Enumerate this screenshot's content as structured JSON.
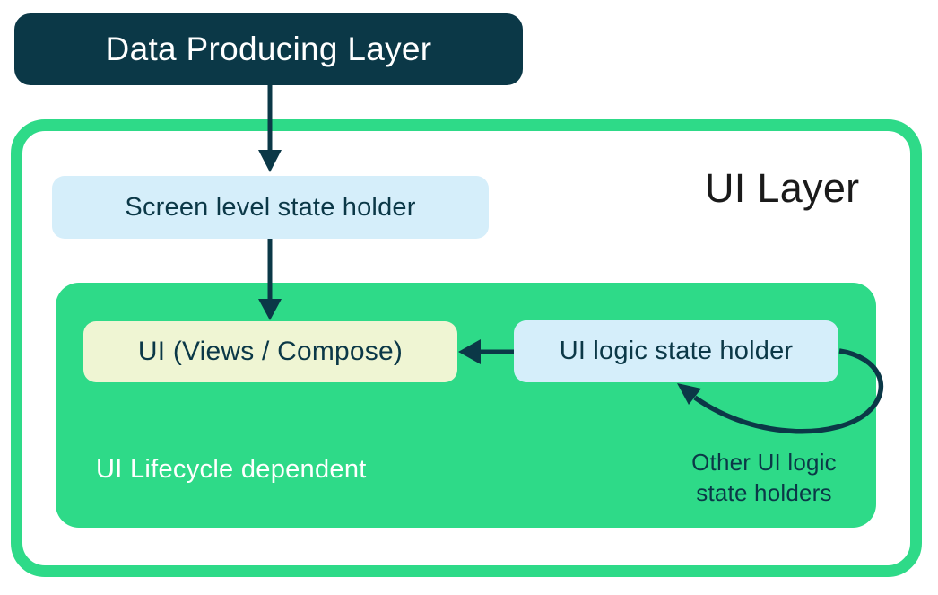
{
  "colors": {
    "dark-navy": "#0b3847",
    "brand-green": "#2eda88",
    "light-blue": "#d5eefa",
    "pale-yellow": "#eff5d3",
    "ink": "#1a1a1a",
    "white": "#ffffff"
  },
  "diagram": {
    "data_producing_layer": {
      "label": "Data Producing Layer"
    },
    "ui_layer": {
      "title": "UI Layer",
      "screen_state_holder_label": "Screen level state holder",
      "lifecycle_group": {
        "ui_label": "UI (Views / Compose)",
        "ui_logic_state_holder_label": "UI logic state holder",
        "caption": "UI Lifecycle dependent",
        "loop_note": {
          "line1": "Other UI logic",
          "line2": "state holders"
        }
      }
    },
    "arrows": [
      {
        "name": "arrow-data-producing-to-screen-state-holder",
        "direction": "down"
      },
      {
        "name": "arrow-screen-state-holder-to-ui",
        "direction": "down"
      },
      {
        "name": "arrow-ui-logic-state-holder-to-ui",
        "direction": "left"
      },
      {
        "name": "arrow-loop-other-ui-logic-state-holders",
        "direction": "loop"
      }
    ]
  }
}
